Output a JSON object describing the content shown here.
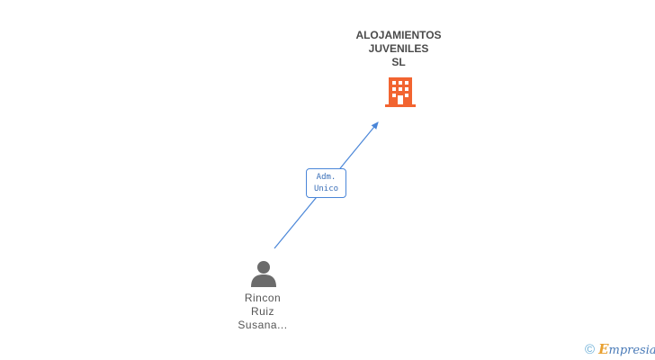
{
  "company": {
    "name_lines": [
      "ALOJAMIENTOS",
      "JUVENILES",
      "SL"
    ],
    "icon": "building-icon",
    "color": "#f26430"
  },
  "relation": {
    "role_lines": [
      "Adm.",
      "Unico"
    ],
    "color": "#4a86d8"
  },
  "person": {
    "name_lines": [
      "Rincon",
      "Ruiz",
      "Susana..."
    ],
    "icon": "person-icon",
    "color": "#6b6b6b"
  },
  "brand": {
    "copyright": "©",
    "initial": "E",
    "rest": "mpresia"
  }
}
